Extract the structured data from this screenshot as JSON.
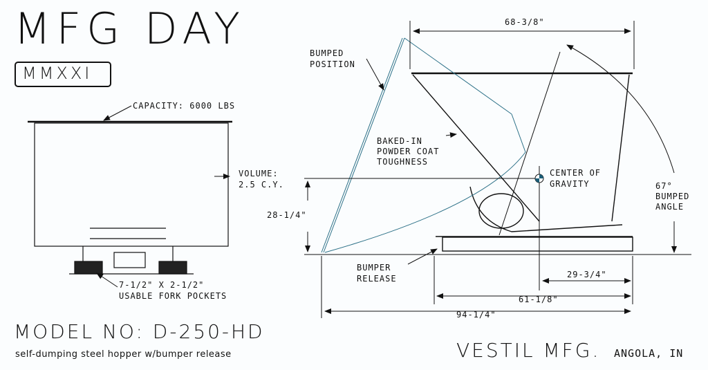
{
  "header": {
    "title": "MFG DAY",
    "year": "MMXXI"
  },
  "model": {
    "number": "MODEL NO: D-250-HD",
    "description": "self-dumping steel hopper w/bumper release"
  },
  "brand": {
    "name": "VESTIL MFG.",
    "location": "ANGOLA, IN"
  },
  "front_view": {
    "capacity": "CAPACITY: 6000 LBS",
    "volume_label": "VOLUME:",
    "volume_value": "2.5 C.Y.",
    "fork_pockets_size": "7-1/2\" X 2-1/2\"",
    "fork_pockets_label": "USABLE FORK POCKETS"
  },
  "side_view": {
    "top_width": "68-3/8\"",
    "bumped_position": [
      "BUMPED",
      "POSITION"
    ],
    "powder_coat": [
      "BAKED-IN",
      "POWDER COAT",
      "TOUGHNESS"
    ],
    "center_of_gravity": [
      "CENTER OF",
      "GRAVITY"
    ],
    "bumped_angle": [
      "67°",
      "BUMPED",
      "ANGLE"
    ],
    "cg_height": "28-1/4\"",
    "bumper_release": [
      "BUMPER",
      "RELEASE"
    ],
    "cg_distance": "29-3/4\"",
    "base_length": "61-1/8\"",
    "overall_length": "94-1/4\""
  },
  "colors": {
    "line": "#111111",
    "ghost": "#2a6f86",
    "watermark": "#d9e9ef"
  }
}
